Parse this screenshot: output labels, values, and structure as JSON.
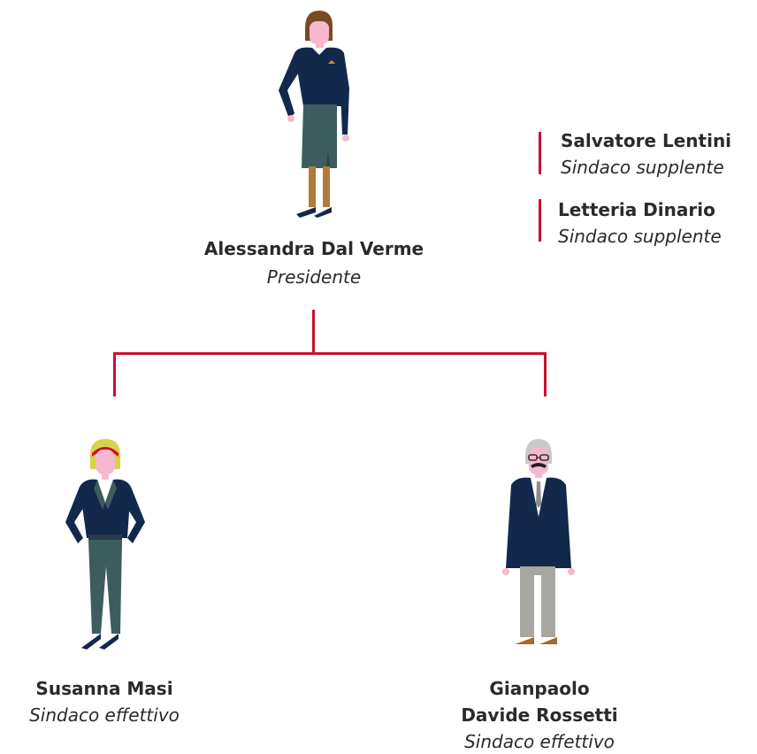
{
  "colors": {
    "accent": "#c8102e",
    "navy": "#13294b",
    "skin": "#f7b8cf",
    "teal": "#3d5c5e",
    "hair_brown": "#7a4a24",
    "hair_blonde": "#d8d24a",
    "grey_hair": "#c9c9c9",
    "trousers_grey": "#a8a7a2",
    "shoe_brown": "#a8692a",
    "leg_brown": "#b07a3a"
  },
  "president": {
    "name": "Alessandra Dal Verme",
    "role": "Presidente",
    "icon": "woman-figure-icon"
  },
  "deputies": [
    {
      "name": "Salvatore Lentini",
      "role": "Sindaco supplente"
    },
    {
      "name": "Letteria Dinario",
      "role": "Sindaco supplente"
    }
  ],
  "members": [
    {
      "name": "Susanna Masi",
      "role": "Sindaco effettivo",
      "icon": "woman-figure-icon"
    },
    {
      "name_line1": "Gianpaolo",
      "name_line2": "Davide Rossetti",
      "role": "Sindaco effettivo",
      "icon": "man-figure-icon"
    }
  ]
}
